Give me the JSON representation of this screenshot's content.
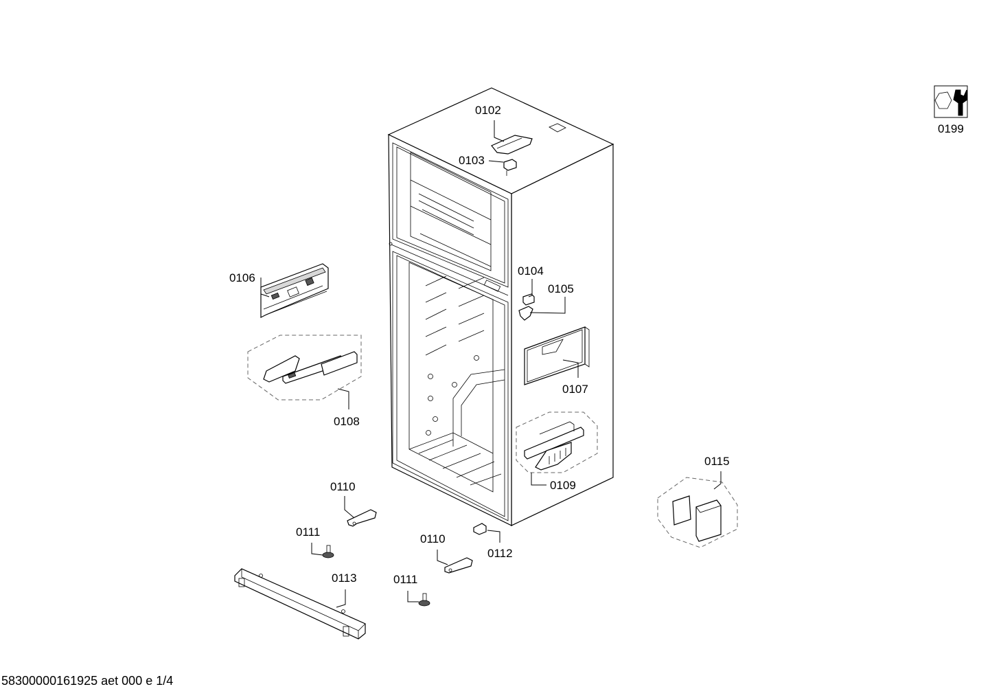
{
  "labels": {
    "p0102": "0102",
    "p0103": "0103",
    "p0104": "0104",
    "p0105": "0105",
    "p0106": "0106",
    "p0107": "0107",
    "p0108": "0108",
    "p0109": "0109",
    "p0110a": "0110",
    "p0110b": "0110",
    "p0111a": "0111",
    "p0111b": "0111",
    "p0112": "0112",
    "p0113": "0113",
    "p0115": "0115",
    "p0199": "0199"
  },
  "footer": "58300000161925 aet 000 e 1/4",
  "icons": {
    "tools": "wrench-nut-icon"
  }
}
